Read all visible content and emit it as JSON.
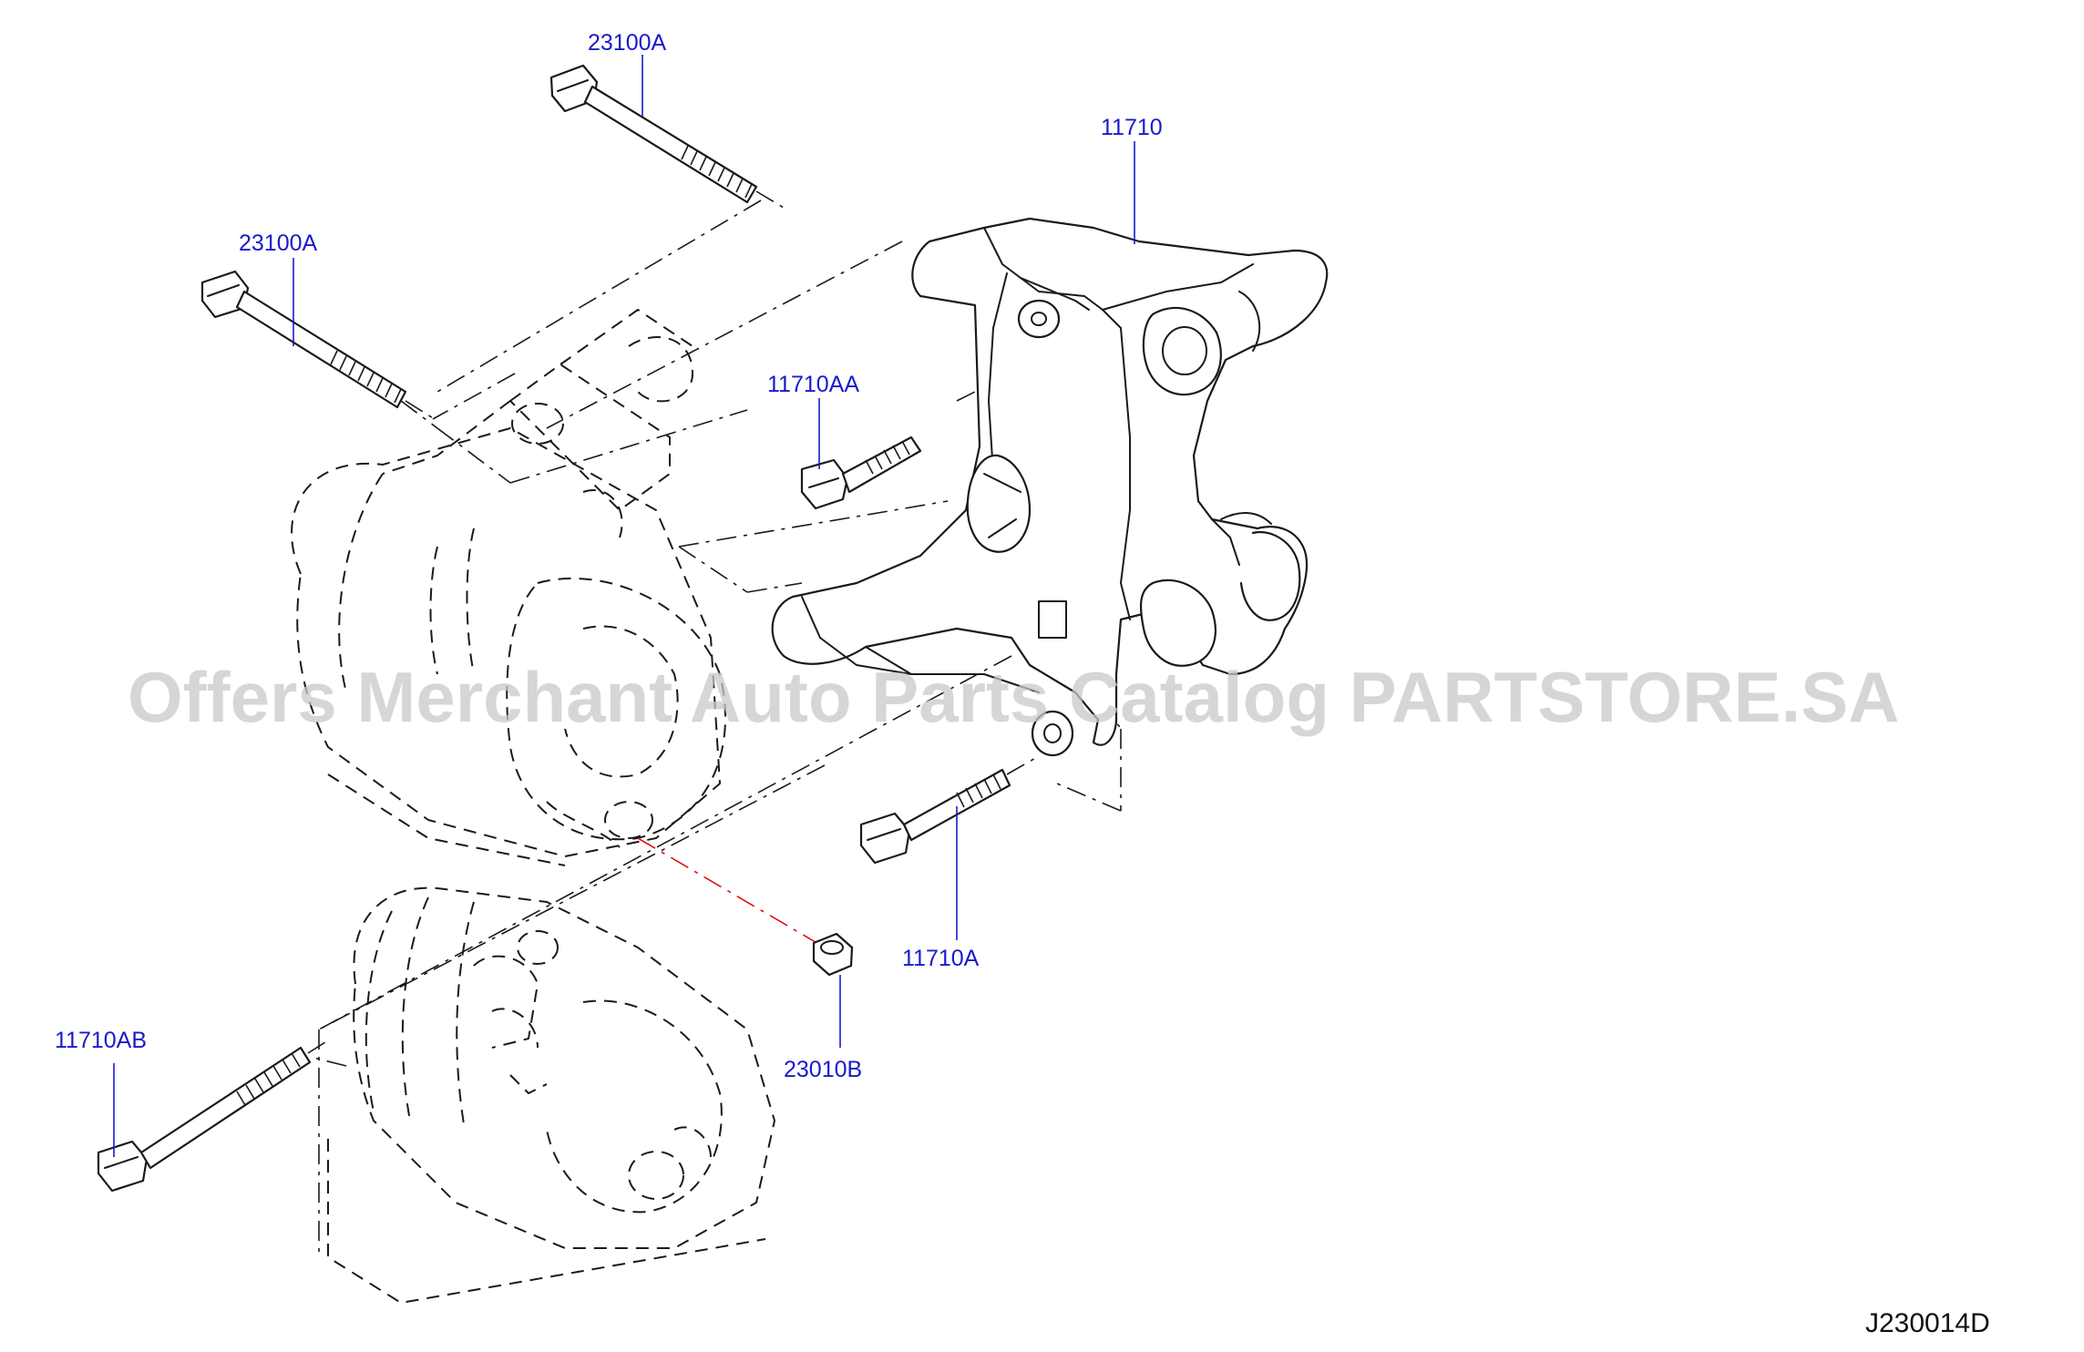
{
  "diagram": {
    "code": "J230014D",
    "watermark": "Offers Merchant Auto Parts Catalog PARTSTORE.SA",
    "label_color": "#1a1acc",
    "line_color": "#1a1a1a",
    "highlight_line_color": "#e01010",
    "parts": [
      {
        "id": "23100A_top",
        "label": "23100A",
        "item": "alternator-upper-bolt"
      },
      {
        "id": "23100A_mid",
        "label": "23100A",
        "item": "alternator-through-bolt"
      },
      {
        "id": "11710",
        "label": "11710",
        "item": "alternator-bracket"
      },
      {
        "id": "11710AA",
        "label": "11710AA",
        "item": "bracket-bolt-short"
      },
      {
        "id": "11710A",
        "label": "11710A",
        "item": "bracket-bolt-long"
      },
      {
        "id": "23010B",
        "label": "23010B",
        "item": "alternator-nut"
      },
      {
        "id": "11710AB",
        "label": "11710AB",
        "item": "compressor-bolt"
      }
    ]
  }
}
